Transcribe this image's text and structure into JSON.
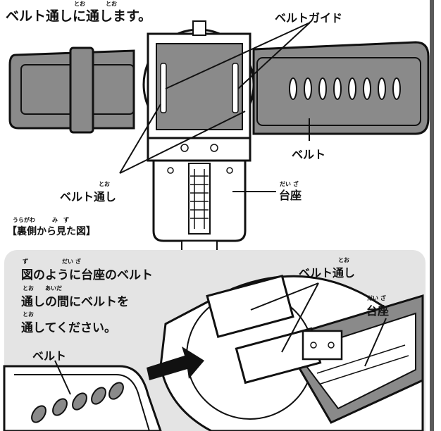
{
  "intro": {
    "text": "ベルト通しに通します。",
    "ruby_left": "とお",
    "ruby_right": "とお"
  },
  "top_figure": {
    "label_belt_guide": "ベルトガイド",
    "label_belt": "ベルト",
    "label_belt_loop": "ベルト通し",
    "label_belt_loop_ruby": "とお",
    "label_base": "台座",
    "label_base_ruby": "だい ざ",
    "caption": "【裏側から見た図】",
    "caption_ruby": "うらがわ　　　み　ず"
  },
  "bottom_panel": {
    "instruction_line1": "図のように台座のベルト",
    "instruction_line2": "通しの間にベルトを",
    "instruction_line3": "通してください。",
    "ruby_line1": "ず　　　　　　だい ざ",
    "ruby_line2": "とお　　あいだ",
    "ruby_line3": "とお",
    "label_belt": "ベルト",
    "label_belt_loop": "ベルト通し",
    "label_belt_loop_ruby": "とお",
    "label_base": "台座",
    "label_base_ruby": "だい ざ"
  },
  "colors": {
    "ink": "#111111",
    "belt_gray": "#8a8a8a",
    "panel_bg": "#e4e4e4",
    "rule": "#5a5a5a"
  }
}
